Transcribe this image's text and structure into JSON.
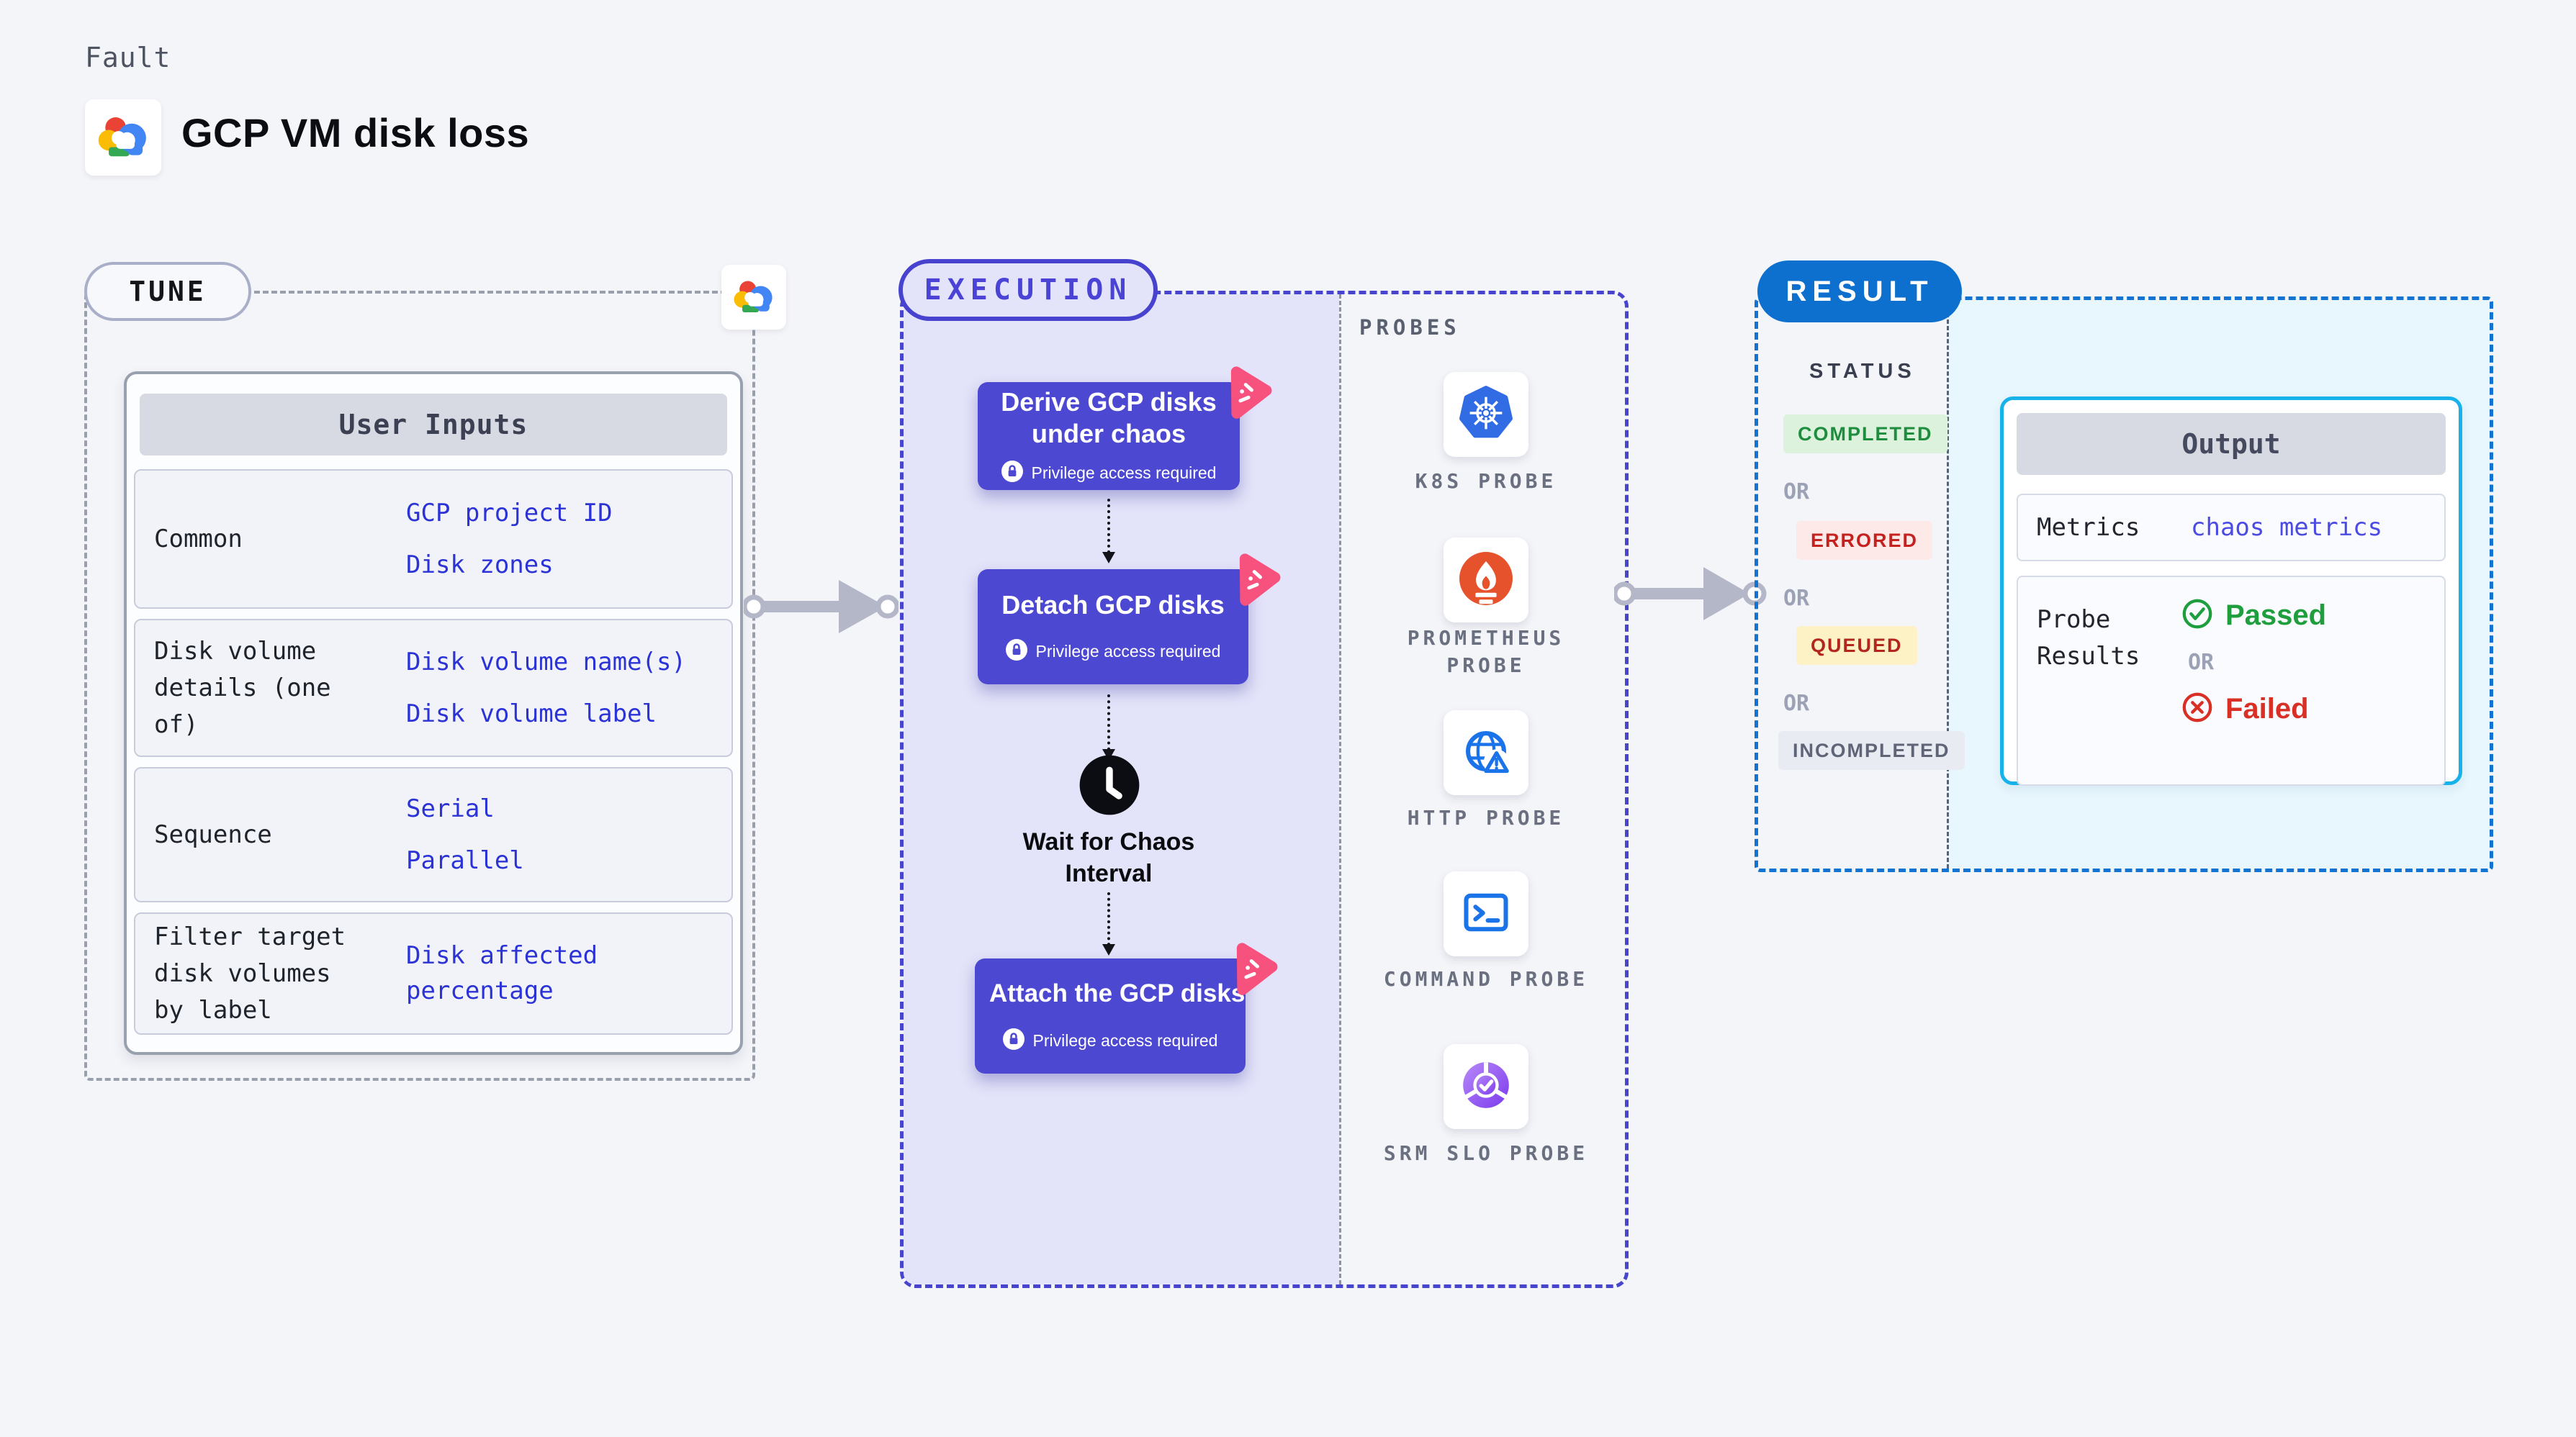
{
  "page": {
    "kicker": "Fault",
    "title": "GCP VM disk loss",
    "logo": "gcp-cloud-icon"
  },
  "tune": {
    "label": "TUNE",
    "table": {
      "header": "User Inputs",
      "rows": [
        {
          "label": "Common",
          "values": [
            "GCP project ID",
            "Disk zones"
          ]
        },
        {
          "label": "Disk volume details (one of)",
          "values": [
            "Disk volume name(s)",
            "Disk volume label"
          ]
        },
        {
          "label": "Sequence",
          "values": [
            "Serial",
            "Parallel"
          ]
        },
        {
          "label": "Filter target disk volumes by label",
          "values": [
            "Disk affected percentage"
          ]
        }
      ]
    }
  },
  "execution": {
    "label": "EXECUTION",
    "privilege_note": "Privilege access required",
    "steps": [
      {
        "title": "Derive GCP disks under chaos"
      },
      {
        "title": "Detach GCP disks"
      },
      {
        "title": "Attach the GCP disks"
      }
    ],
    "wait_step": "Wait for Chaos Interval"
  },
  "probes": {
    "label": "PROBES",
    "items": [
      {
        "name": "K8S PROBE",
        "icon": "kubernetes-icon"
      },
      {
        "name": "PROMETHEUS PROBE",
        "icon": "prometheus-icon"
      },
      {
        "name": "HTTP PROBE",
        "icon": "globe-warning-icon"
      },
      {
        "name": "COMMAND PROBE",
        "icon": "terminal-icon"
      },
      {
        "name": "SRM SLO PROBE",
        "icon": "slo-donut-check-icon"
      }
    ]
  },
  "result": {
    "label": "RESULT",
    "status_heading": "STATUS",
    "or_label": "OR",
    "statuses": [
      {
        "text": "COMPLETED",
        "fg": "#1e8e3e",
        "bg": "#dcf2dd"
      },
      {
        "text": "ERRORED",
        "fg": "#c5221f",
        "bg": "#fdeae8"
      },
      {
        "text": "QUEUED",
        "fg": "#b3261e",
        "bg": "#fdf1c6"
      },
      {
        "text": "INCOMPLETED",
        "fg": "#5f6577",
        "bg": "#e9ebf2"
      }
    ],
    "output": {
      "header": "Output",
      "metrics_label": "Metrics",
      "metrics_value": "chaos metrics",
      "probe_results_label": "Probe Results",
      "passed": "Passed",
      "or": "OR",
      "failed": "Failed"
    }
  },
  "colors": {
    "page_bg": "#f4f5f9",
    "execution_accent": "#4744ce",
    "execution_fill": "#e3e3f9",
    "step_box": "#4c48d2",
    "litmus_pink": "#f7517e",
    "result_blue": "#0d70cf",
    "output_cyan_border": "#17b2e9",
    "output_cyan_fill": "#e8f6fd",
    "value_blue": "#2b33d6",
    "arrow_gray": "#b4b7c8",
    "passed_green": "#1f9e3d",
    "failed_red": "#d93025"
  }
}
